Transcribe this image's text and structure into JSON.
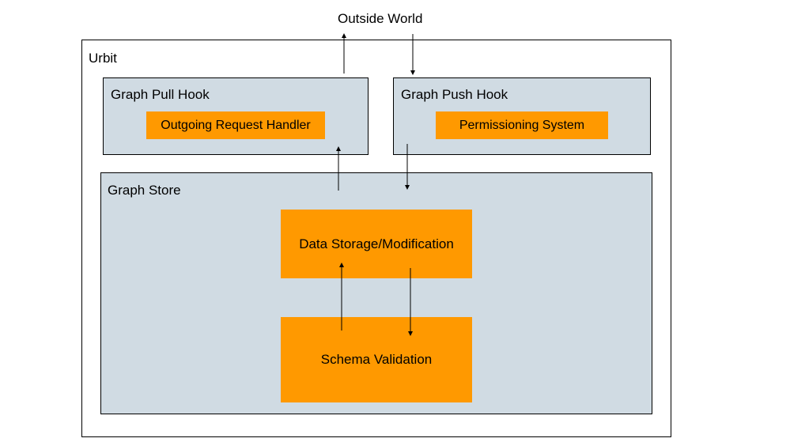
{
  "outside_world": "Outside World",
  "urbit": "Urbit",
  "pull_hook": {
    "title": "Graph Pull Hook",
    "component": "Outgoing Request Handler"
  },
  "push_hook": {
    "title": "Graph Push Hook",
    "component": "Permissioning System"
  },
  "graph_store": {
    "title": "Graph Store",
    "storage": "Data Storage/Modification",
    "validation": "Schema Validation"
  },
  "colors": {
    "panel_fill": "#d0dbe3",
    "component_fill": "#ff9900",
    "line": "#000000"
  }
}
